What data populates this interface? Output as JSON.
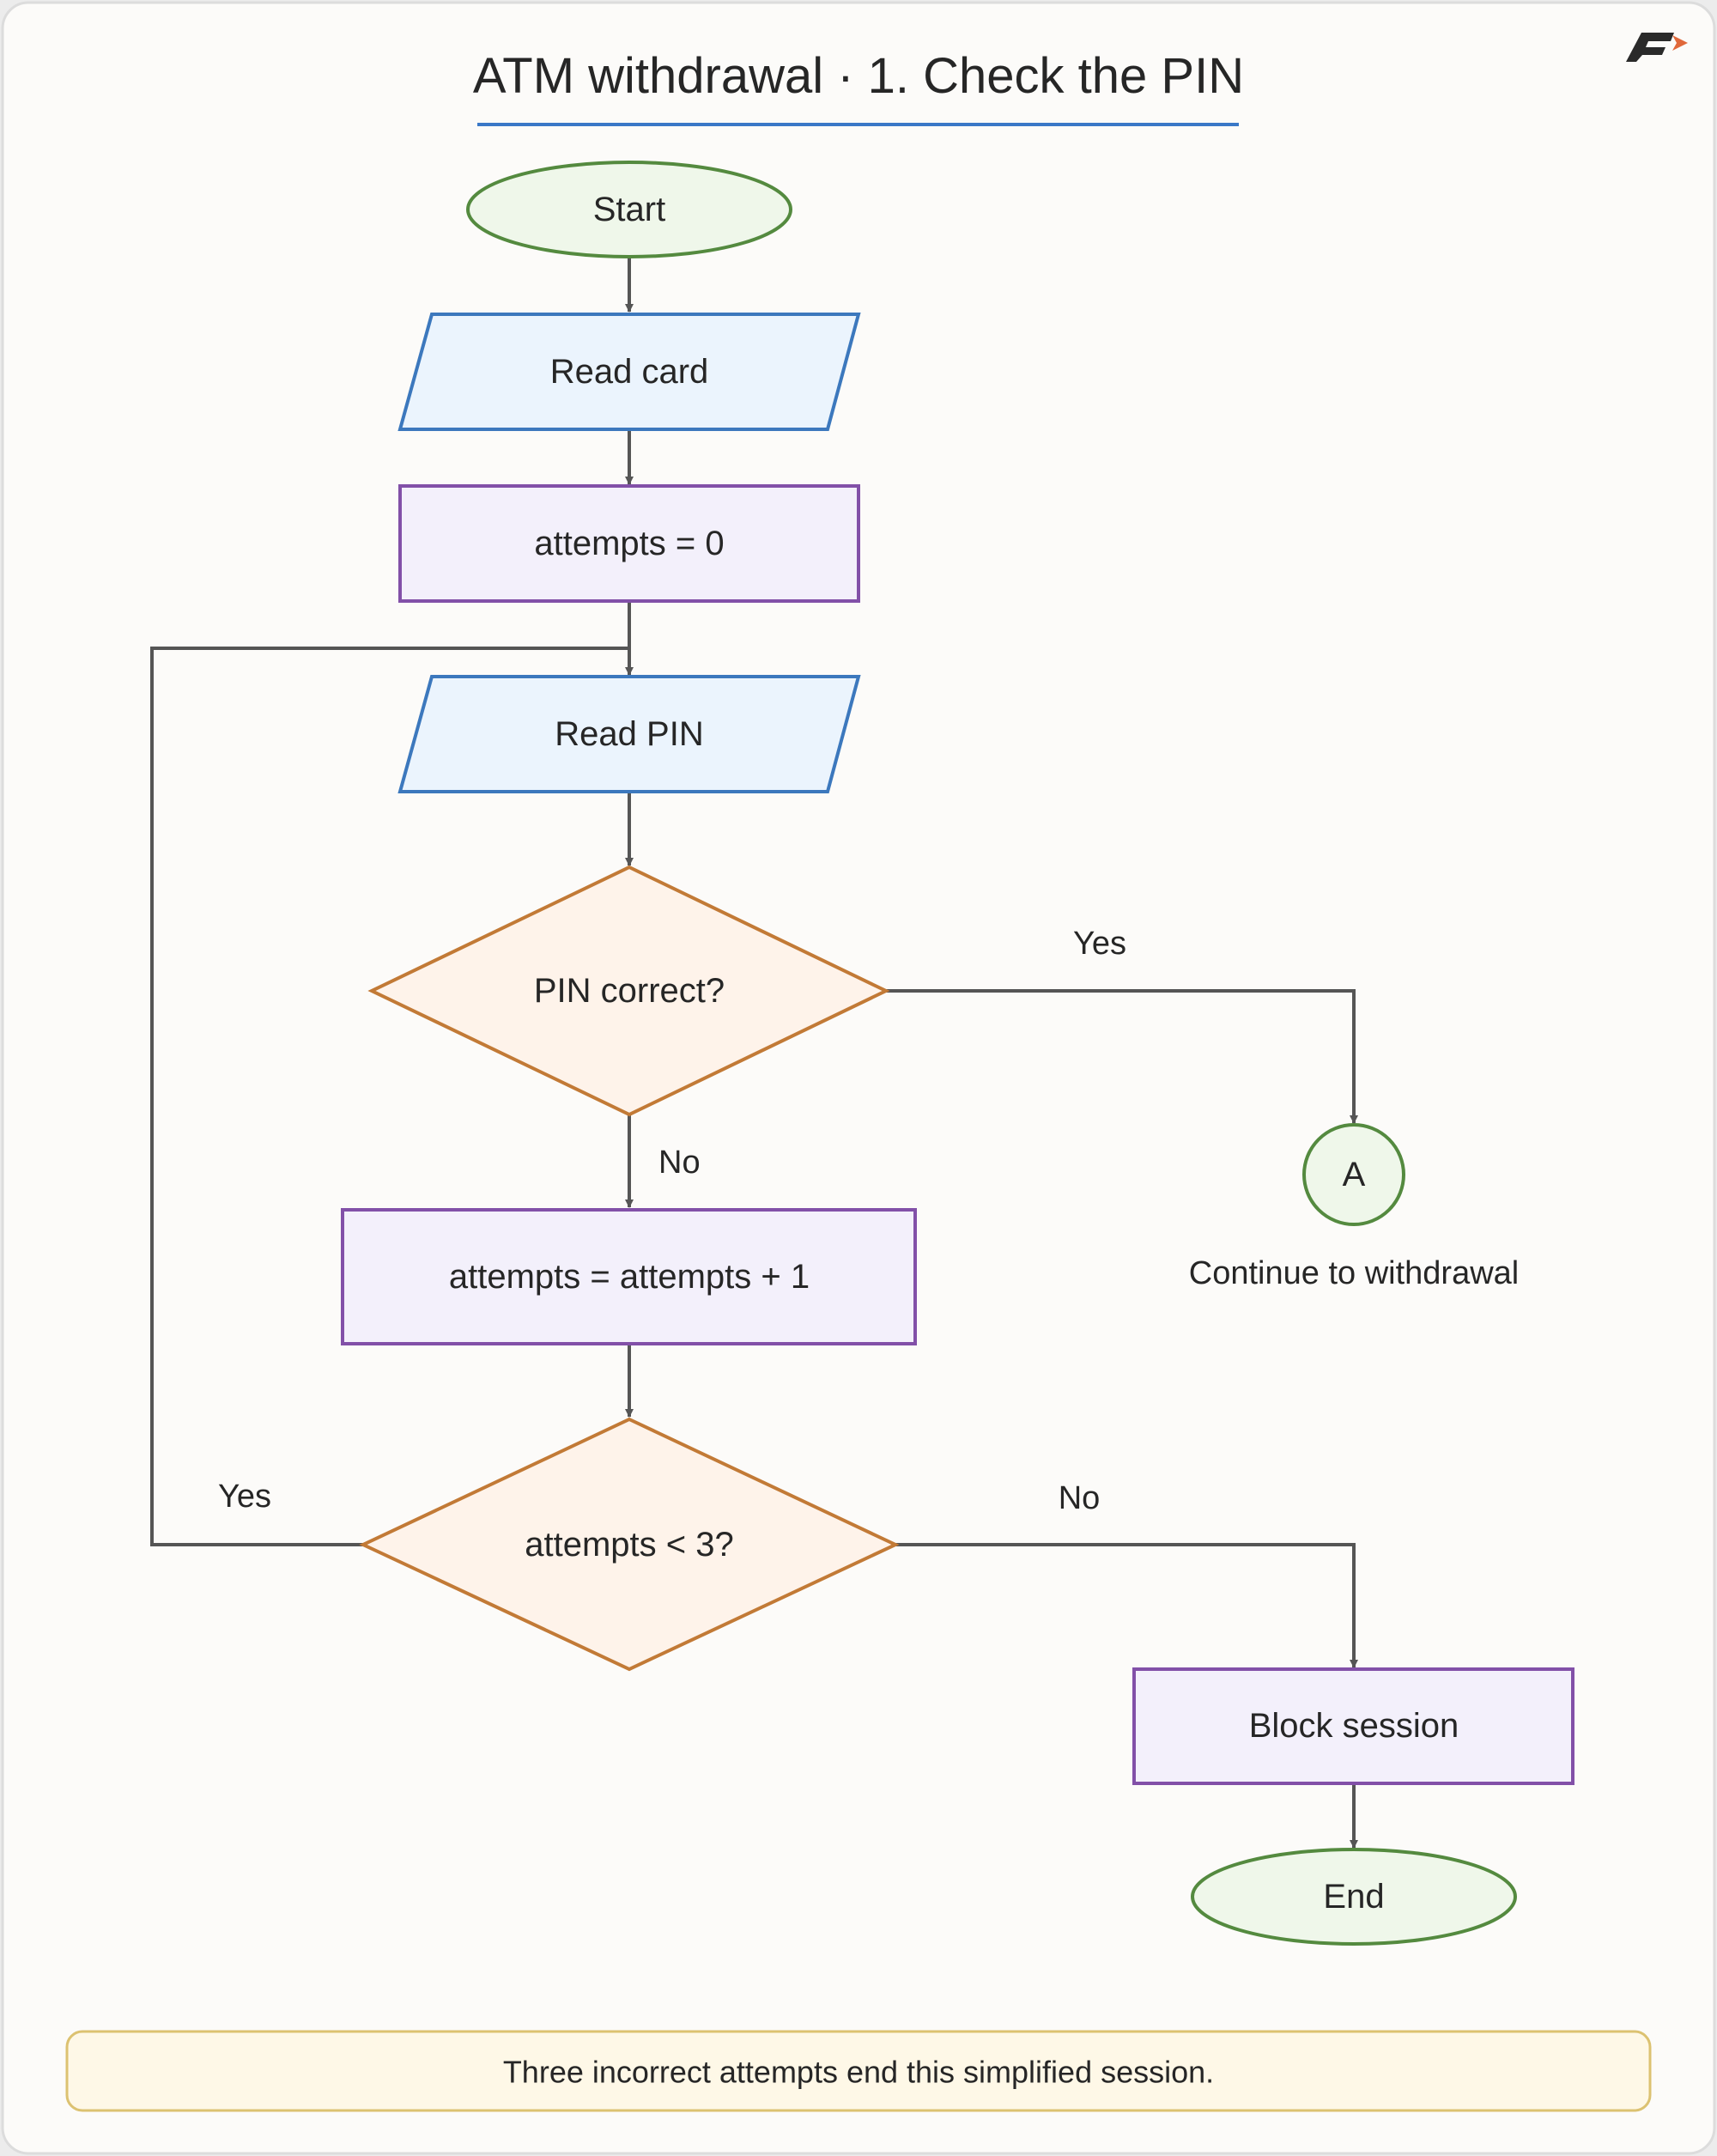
{
  "title": "ATM withdrawal · 1. Check the PIN",
  "nodes": {
    "start": "Start",
    "read_card": "Read card",
    "init_attempts": "attempts = 0",
    "read_pin": "Read PIN",
    "pin_correct": "PIN correct?",
    "increment": "attempts = attempts + 1",
    "attempts_check": "attempts < 3?",
    "connector": "A",
    "connector_caption": "Continue to withdrawal",
    "block": "Block session",
    "end": "End"
  },
  "edge_labels": {
    "pin_yes": "Yes",
    "pin_no": "No",
    "attempts_yes": "Yes",
    "attempts_no": "No"
  },
  "note": "Three incorrect attempts end this simplified session.",
  "colors": {
    "terminal_fill": "#eff7ea",
    "terminal_stroke": "#548a3f",
    "io_fill": "#ebf4fd",
    "io_stroke": "#3c78bd",
    "process_fill": "#f3f0fb",
    "process_stroke": "#8250a8",
    "decision_fill": "#fef3ea",
    "decision_stroke": "#c27a36",
    "title_rule": "#3a78c7",
    "connector": "#555555",
    "note_fill": "#fef8e7",
    "note_stroke": "#dcc271"
  },
  "logo_icon": "brand-logo-icon"
}
